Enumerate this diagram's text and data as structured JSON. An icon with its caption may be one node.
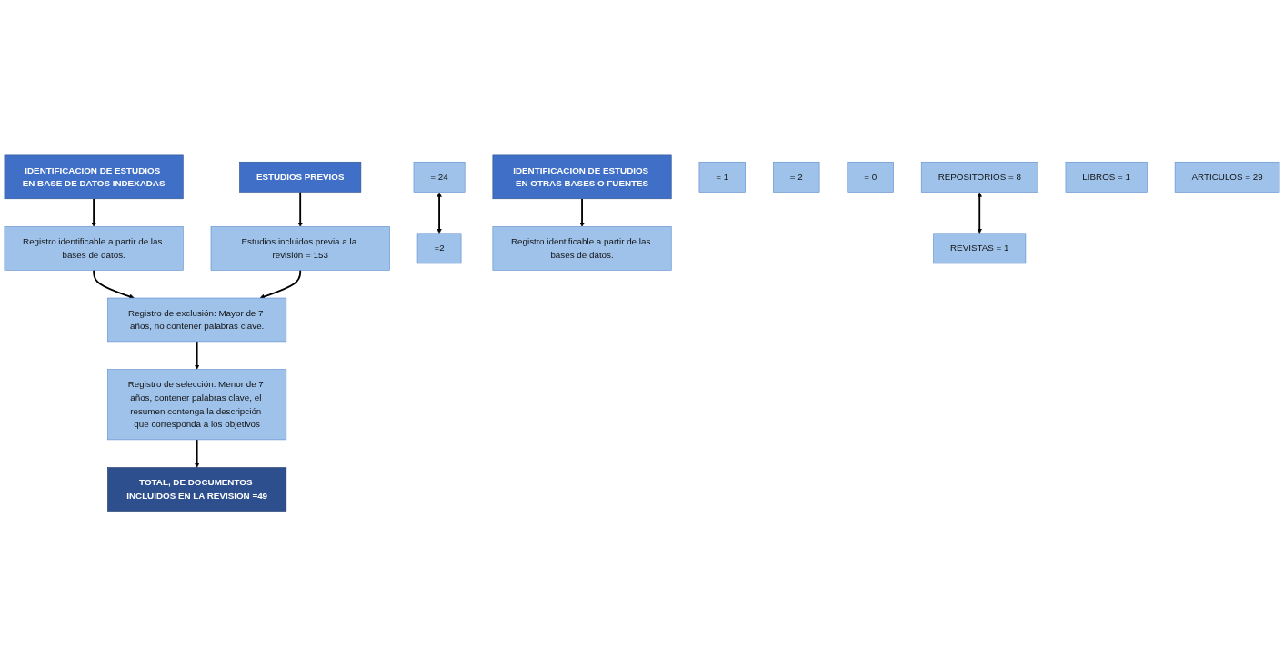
{
  "diagram": {
    "nodes": [
      {
        "text": [
          "ESTUDIOS PREVIOS"
        ]
      },
      {
        "text": [
          "IDENTIFICACION DE ESTUDIOS EN BASE DE DATOS INDEXADAS"
        ]
      },
      {
        "text": [
          "IDENTIFICACION DE ESTUDIOS EN OTRAS BASES O FUENTES"
        ]
      },
      {
        "text": [
          "Estudios incluidos previa a la revisión = 153"
        ]
      },
      {
        "text": [
          "Registro identificable a partir de las bases de datos."
        ]
      },
      {
        "text": [
          "= 24"
        ]
      },
      {
        "text": [
          "= 1"
        ]
      },
      {
        "text": [
          "= 2"
        ]
      },
      {
        "text": [
          "= 0"
        ]
      },
      {
        "text": [
          "=2"
        ]
      },
      {
        "text": [
          "Registro identificable a partir de las bases de datos."
        ]
      },
      {
        "text": [
          "REPOSITORIOS = 8"
        ]
      },
      {
        "text": [
          "LIBROS = 1"
        ]
      },
      {
        "text": [
          "ARTICULOS = 29"
        ]
      },
      {
        "text": [
          "REVISTAS = 1"
        ]
      },
      {
        "text": [
          "Registro de exclusión: Mayor de 7 años, no contener palabras clave."
        ]
      },
      {
        "text": [
          "Registro de selección: Menor de 7 años, contener palabras clave, el resumen contenga la descripción que corresponda a los objetivos"
        ]
      },
      {
        "text": [
          "TOTAL, DE DOCUMENTOS INCLUIDOS EN LA REVISION =49"
        ]
      }
    ],
    "edges": [
      {
        "from": 0,
        "to": 3,
        "arrow": "to"
      },
      {
        "from": 1,
        "to": 4,
        "arrow": "to"
      },
      {
        "from": 2,
        "to": 10,
        "arrow": "to"
      },
      {
        "from": 5,
        "to": 9,
        "arrow": "both"
      },
      {
        "from": 11,
        "to": 14,
        "arrow": "both"
      },
      {
        "from": 4,
        "to": 15,
        "arrow": "to"
      },
      {
        "from": 3,
        "to": 15,
        "arrow": "to"
      },
      {
        "from": 15,
        "to": 16,
        "arrow": "to"
      },
      {
        "from": 16,
        "to": 17,
        "arrow": "to"
      }
    ]
  }
}
